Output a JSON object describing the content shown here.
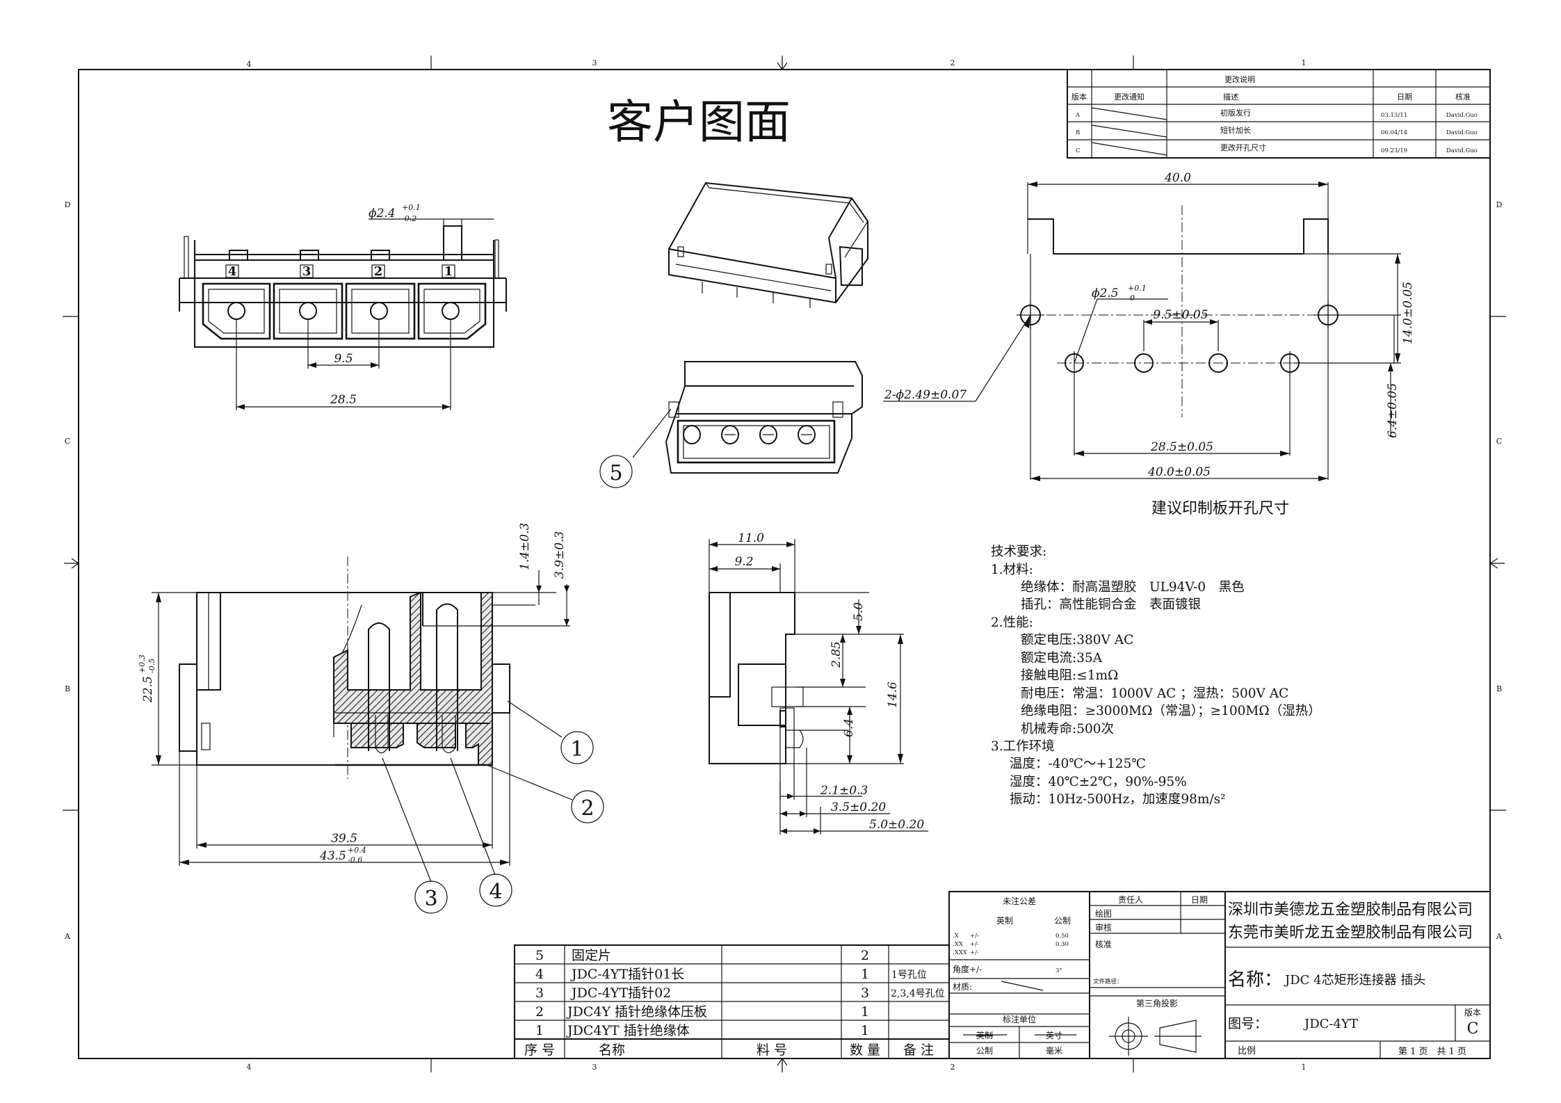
{
  "title": "客户图面",
  "zone_numbers": {
    "top": [
      "4",
      "3",
      "2",
      "1"
    ],
    "side": [
      "D",
      "C",
      "B",
      "A"
    ]
  },
  "revision_table": {
    "header": "更改说明",
    "columns": [
      "版本",
      "更改通知",
      "描述",
      "日期",
      "核准"
    ],
    "rows": [
      {
        "version": "A",
        "description": "初版发行",
        "date": "03.13/11",
        "approver": "David.Guo"
      },
      {
        "version": "B",
        "description": "短针加长",
        "date": "06.04/14",
        "approver": "David.Guo"
      },
      {
        "version": "C",
        "description": "更改开孔尺寸",
        "date": "09.23/19",
        "approver": "David.Guo"
      }
    ]
  },
  "front_view": {
    "pin_numbers": [
      "4",
      "3",
      "2",
      "1"
    ],
    "dim_pin_dia": "ϕ2.4",
    "dim_pin_dia_tol_upper": "+0.1",
    "dim_pin_dia_tol_lower": "-0.2",
    "dim_pitch": "9.5",
    "dim_span": "28.5"
  },
  "callouts": [
    "1",
    "2",
    "3",
    "4",
    "5"
  ],
  "pcb_layout": {
    "dim_width": "40.0",
    "dim_hole_dia": "ϕ2.5",
    "dim_hole_dia_tol_upper": "+0.1",
    "dim_hole_dia_tol_lower": "0",
    "dim_pitch": "9.5±0.05",
    "dim_mount_holes": "2-ϕ2.49±0.07",
    "dim_pin_span": "28.5±0.05",
    "dim_total_span": "40.0±0.05",
    "dim_height": "14.0±0.05",
    "dim_offset": "6.4±0.05",
    "caption": "建议印制板开孔尺寸"
  },
  "section_view": {
    "dim_top_a": "1.4±0.3",
    "dim_top_b": "3.9±0.3",
    "dim_height": "22.5",
    "dim_height_tol_upper": "+0.3",
    "dim_height_tol_lower": "-0.5",
    "dim_inner_len": "39.5",
    "dim_total_len": "43.5",
    "dim_total_len_tol_upper": "+0.4",
    "dim_total_len_tol_lower": "-0.6"
  },
  "side_view": {
    "dim_11": "11.0",
    "dim_9_2": "9.2",
    "dim_5": "5.0",
    "dim_2_85": "2.85",
    "dim_14_6": "14.6",
    "dim_6_4": "6.4",
    "dim_2_1": "2.1±0.3",
    "dim_3_5": "3.5±0.20",
    "dim_5_0": "5.0±0.20"
  },
  "tech_requirements": [
    "技术要求:",
    "1.材料:",
    "绝缘体：耐高温塑胶　UL94V-0　黑色",
    "插孔：高性能铜合金　表面镀银",
    "2.性能:",
    "额定电压:380V AC",
    "额定电流:35A",
    "接触电阻:≤1mΩ",
    "耐电压：常温：1000V AC ；湿热：500V AC",
    "绝缘电阻：≥3000MΩ（常温）；≥100MΩ（湿热）",
    "机械寿命:500次",
    "3.工作环境",
    "温度：-40℃～+125℃",
    "湿度：40℃±2℃，90%-95%",
    "振动：10Hz-500Hz，加速度98m/s²"
  ],
  "bom": {
    "headers": [
      "序 号",
      "名称",
      "料 号",
      "数 量",
      "备 注"
    ],
    "rows": [
      {
        "no": "5",
        "name": "固定片",
        "part": "",
        "qty": "2",
        "note": ""
      },
      {
        "no": "4",
        "name": "JDC-4YT插针01长",
        "part": "",
        "qty": "1",
        "note": "1号孔位"
      },
      {
        "no": "3",
        "name": "JDC-4YT插针02",
        "part": "",
        "qty": "3",
        "note": "2,3,4号孔位"
      },
      {
        "no": "2",
        "name": "JDC4Y 插针绝缘体压板",
        "part": "",
        "qty": "1",
        "note": ""
      },
      {
        "no": "1",
        "name": "JDC4YT 插针绝缘体",
        "part": "",
        "qty": "1",
        "note": ""
      }
    ]
  },
  "tolerance_block": {
    "title": "未注公差",
    "col_imperial": "英制",
    "col_metric": "公制",
    "rows": [
      {
        "label": ".X",
        "imperial": "+/-",
        "metric": "0.50"
      },
      {
        "label": ".XX",
        "imperial": "+/-",
        "metric": "0.30"
      },
      {
        "label": ".XXX",
        "imperial": "+/-",
        "metric": ""
      }
    ],
    "angle_label": "角度+/-",
    "angle_value": "3°",
    "material_label": "材质:",
    "unit_title": "标注单位",
    "unit_imperial": "英制",
    "unit_imperial_alt": "英寸",
    "unit_metric": "公制",
    "unit_metric_alt": "毫米"
  },
  "approval_block": {
    "col_responsible": "责任人",
    "col_date": "日期",
    "rows": [
      "绘图",
      "审核",
      "核准"
    ],
    "file_path_label": "文件路径：",
    "projection_label": "第三角投影"
  },
  "company": {
    "line1": "深圳市美德龙五金塑胶制品有限公司",
    "line2": "东莞市美昕龙五金塑胶制品有限公司"
  },
  "title_block": {
    "name_label": "名称：",
    "name_value": "JDC 4芯矩形连接器 插头",
    "drawing_no_label": "图号：",
    "drawing_no_value": "JDC-4YT",
    "version_label": "版本",
    "version_value": "C",
    "scale_label": "比例",
    "page_label": "第 1 页　共 1 页"
  }
}
